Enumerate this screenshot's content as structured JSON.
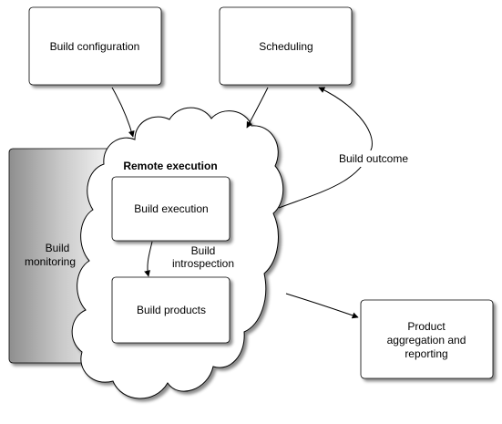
{
  "diagram": {
    "nodes": {
      "build_configuration": "Build configuration",
      "scheduling": "Scheduling",
      "remote_execution": "Remote execution",
      "build_execution": "Build execution",
      "build_introspection_line1": "Build",
      "build_introspection_line2": "introspection",
      "build_products": "Build products",
      "build_monitoring_line1": "Build",
      "build_monitoring_line2": "monitoring",
      "product_line1": "Product",
      "product_line2": "aggregation and",
      "product_line3": "reporting"
    },
    "edges": {
      "build_outcome": "Build outcome"
    }
  }
}
